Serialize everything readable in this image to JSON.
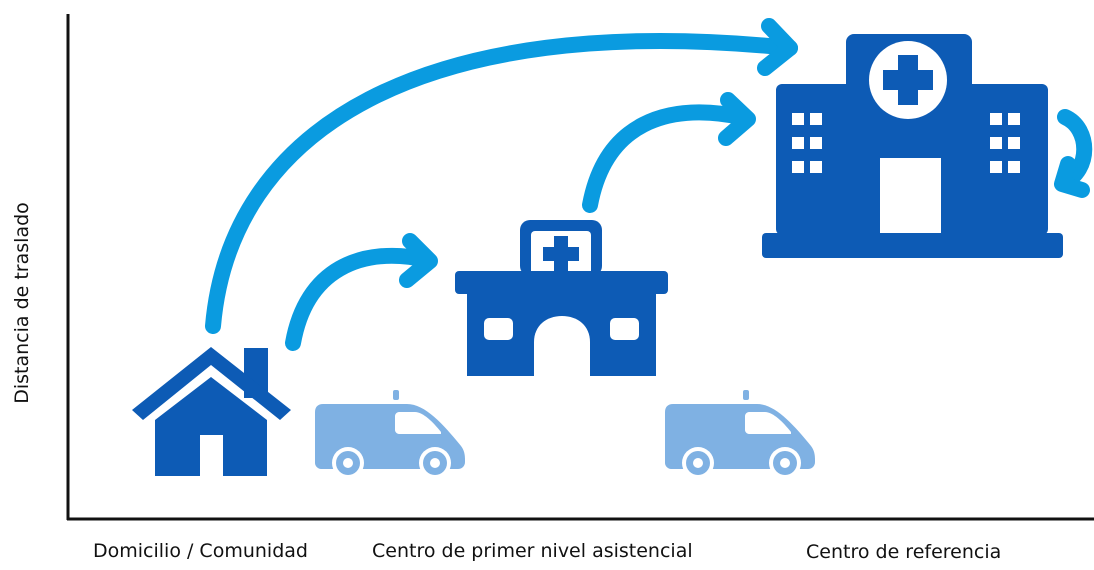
{
  "axis": {
    "y_label": "Distancia de traslado"
  },
  "levels": [
    {
      "label": "Domicilio / Comunidad",
      "icon": "house-icon"
    },
    {
      "label": "Centro de primer nivel asistencial",
      "icon": "clinic-icon"
    },
    {
      "label": "Centro de referencia",
      "icon": "hospital-icon"
    }
  ],
  "transport": [
    {
      "icon": "ambulance-icon"
    },
    {
      "icon": "ambulance-icon"
    }
  ],
  "colors": {
    "building": "#0d5bb5",
    "arrow": "#0a9be0",
    "ambulance": "#7fb1e3",
    "axis": "#111111"
  }
}
